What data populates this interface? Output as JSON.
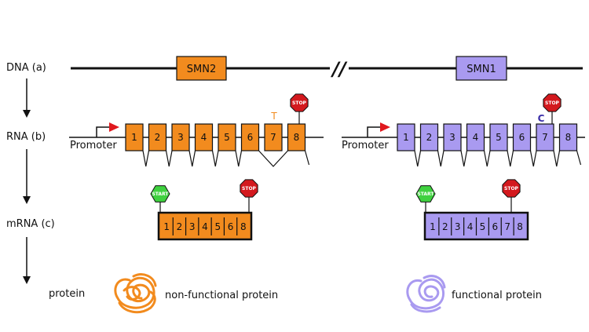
{
  "colors": {
    "smn2": "#f28b1e",
    "smn1": "#a99af0",
    "stop": "#d3191e",
    "start": "#3fd13f",
    "line": "#111111",
    "promoter_arrow": "#e0191e",
    "letter_t": "#f28b1e",
    "letter_c": "#3b2fa8"
  },
  "rows": {
    "dna": "DNA  (a)",
    "rna": "RNA  (b)",
    "mrna": "mRNA   (c)",
    "protein": "protein"
  },
  "genes": {
    "smn2": "SMN2",
    "smn1": "SMN1",
    "break_mark": "//"
  },
  "smn2_rna": {
    "promoter": "Promoter",
    "exons": [
      "1",
      "2",
      "3",
      "4",
      "5",
      "6",
      "7",
      "8"
    ],
    "variant_letter": "T",
    "stop_label": "STOP"
  },
  "smn1_rna": {
    "promoter": "Promoter",
    "exons": [
      "1",
      "2",
      "3",
      "4",
      "5",
      "6",
      "7",
      "8"
    ],
    "variant_letter": "C",
    "stop_label": "STOP"
  },
  "smn2_mrna": {
    "exons": [
      "1",
      "2",
      "3",
      "4",
      "5",
      "6",
      "8"
    ],
    "start_label": "START",
    "stop_label": "STOP"
  },
  "smn1_mrna": {
    "exons": [
      "1",
      "2",
      "3",
      "4",
      "5",
      "6",
      "7",
      "8"
    ],
    "start_label": "START",
    "stop_label": "STOP"
  },
  "proteins": {
    "nonfunctional": "non-functional protein",
    "functional": "functional protein"
  }
}
